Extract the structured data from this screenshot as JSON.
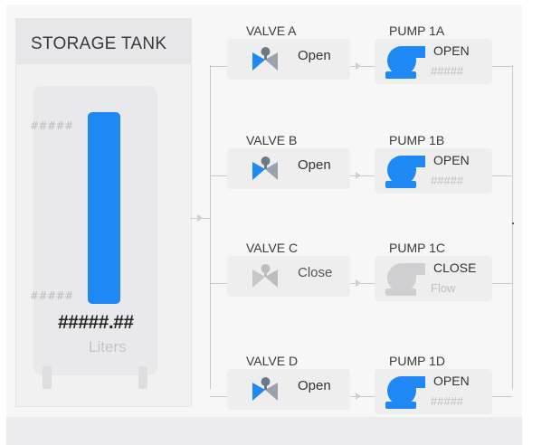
{
  "tank": {
    "title": "STORAGE TANK",
    "level_fraction": 1.0,
    "high_label": "#####",
    "low_label": "#####",
    "value": "#####.##",
    "unit": "Liters",
    "fill_color": "#1e88f5"
  },
  "lines": [
    {
      "valve_label": "VALVE A",
      "valve_state": "Open",
      "valve_active": true,
      "pump_label": "PUMP 1A",
      "pump_state": "OPEN",
      "pump_sub": "#####",
      "pump_active": true,
      "valve_icon": "valve-icon",
      "pump_icon": "pump-icon"
    },
    {
      "valve_label": "VALVE B",
      "valve_state": "Open",
      "valve_active": true,
      "pump_label": "PUMP 1B",
      "pump_state": "OPEN",
      "pump_sub": "#####",
      "pump_active": true,
      "valve_icon": "valve-icon",
      "pump_icon": "pump-icon"
    },
    {
      "valve_label": "VALVE C",
      "valve_state": "Close",
      "valve_active": false,
      "pump_label": "PUMP 1C",
      "pump_state": "CLOSE",
      "pump_sub": "Flow",
      "pump_active": false,
      "valve_icon": "valve-icon",
      "pump_icon": "pump-icon"
    },
    {
      "valve_label": "VALVE D",
      "valve_state": "Open",
      "valve_active": true,
      "pump_label": "PUMP 1D",
      "pump_state": "OPEN",
      "pump_sub": "#####",
      "pump_active": true,
      "valve_icon": "valve-icon",
      "pump_icon": "pump-icon"
    }
  ],
  "colors": {
    "active_blue": "#1e88f5",
    "inactive_gray": "#c9c9cc",
    "valve_left_blue": "#1e88f5",
    "valve_right_gray": "#9aa3ad"
  }
}
